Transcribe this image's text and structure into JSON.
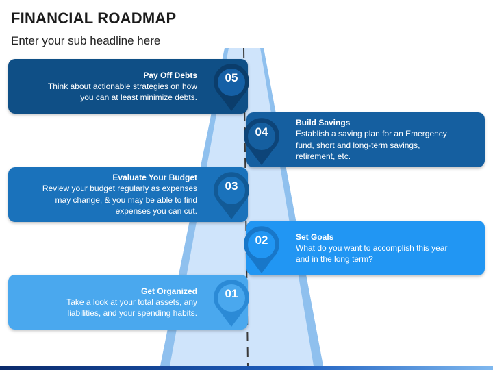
{
  "header": {
    "title": "FINANCIAL ROADMAP",
    "subtitle": "Enter your sub headline here"
  },
  "colors": {
    "step05": "#0f4f86",
    "step04": "#155fa0",
    "step03": "#1a72bb",
    "step02": "#2196f3",
    "step01": "#4aa8ee",
    "road": "#cfe4fb",
    "road_edge": "#8fc0ee",
    "road_center_line": "#3a3a3a"
  },
  "steps": [
    {
      "number": "05",
      "title": "Pay Off Debts",
      "lines": [
        "Think about actionable strategies on how",
        "you can at least minimize debts."
      ]
    },
    {
      "number": "04",
      "title": "Build Savings",
      "lines": [
        "Establish a saving plan for an Emergency",
        "fund, short and long-term savings,",
        "retirement, etc."
      ]
    },
    {
      "number": "03",
      "title": "Evaluate Your Budget",
      "lines": [
        "Review your budget regularly as expenses",
        "may change, & you may be able to find",
        "expenses you can cut."
      ]
    },
    {
      "number": "02",
      "title": "Set Goals",
      "lines": [
        "What do you want to accomplish this year",
        "and in the long term?"
      ]
    },
    {
      "number": "01",
      "title": "Get Organized",
      "lines": [
        "Take a look at your total assets, any",
        "liabilities, and your spending habits."
      ]
    }
  ]
}
